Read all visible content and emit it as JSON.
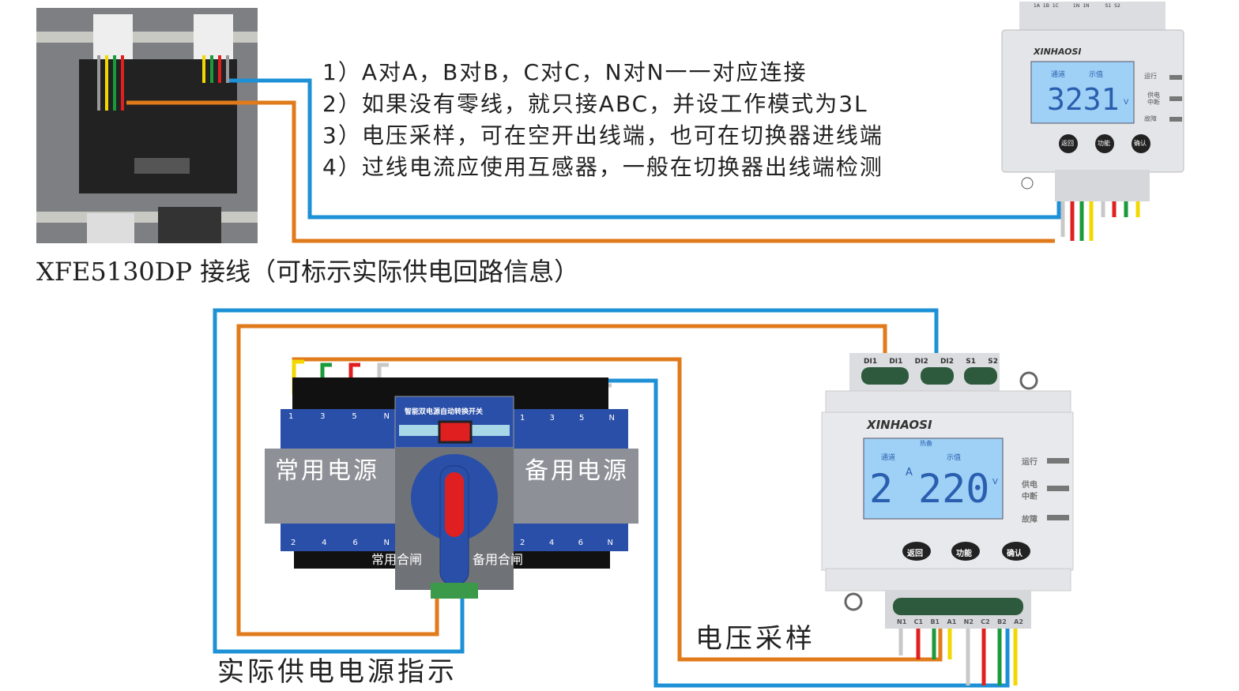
{
  "instructions": [
    "1）A对A，B对B，C对C，N对N一一对应连接",
    "2）如果没有零线，就只接ABC，并设工作模式为3L",
    "3）电压采样，可在空开出线端，也可在切换器进线端",
    "4）过线电流应使用互感器，一般在切换器出线端检测"
  ],
  "top_caption": "XFE5130DP 接线（可标示实际供电回路信息）",
  "bottom_labels": {
    "voltage_sampling": "电压采样",
    "power_indication": "实际供电电源指示"
  },
  "top_device": {
    "brand": "XINHAOSI",
    "terminals_top": [
      "1A",
      "1B",
      "1C",
      "1N",
      "1N",
      "S1",
      "S2"
    ],
    "lcd_label_left": "通道",
    "lcd_label_right": "示值",
    "lcd_value": "3231",
    "lcd_unit": "V",
    "indicators": [
      "运行",
      "供电中断",
      "故障"
    ],
    "buttons": [
      "返回",
      "功能",
      "确认"
    ]
  },
  "bottom_device": {
    "brand": "XINHAOSI",
    "terminals_top": [
      "DI1",
      "DI1",
      "DI2",
      "DI2",
      "S1",
      "S2"
    ],
    "lcd_mode": "热备",
    "lcd_label_left": "通道",
    "lcd_label_right": "示值",
    "lcd_channel": "2",
    "lcd_channel_unit": "A",
    "lcd_value": "220",
    "lcd_unit": "V",
    "indicators": [
      "运行",
      "供电",
      "中断",
      "故障"
    ],
    "buttons": [
      "返回",
      "功能",
      "确认"
    ],
    "terminals_bottom": [
      "N1",
      "C1",
      "B1",
      "A1",
      "N2",
      "C2",
      "B2",
      "A2"
    ]
  },
  "ats": {
    "title": "智能双电源自动转换开关",
    "left_label": "常用电源",
    "right_label": "备用电源",
    "left_close": "常用合闸",
    "right_close": "备用合闸",
    "top_terminals": [
      "1",
      "3",
      "5",
      "N"
    ],
    "bottom_terminals": [
      "2",
      "4",
      "6",
      "N"
    ]
  },
  "colors": {
    "blue": "#1e90d6",
    "orange": "#e07a1a",
    "red": "#e02020",
    "green": "#1a9a3a",
    "yellow": "#f2d800",
    "grey": "#c8c8c8",
    "lcd": "#9fd0f5",
    "ats_blue": "#2a4fa8"
  }
}
